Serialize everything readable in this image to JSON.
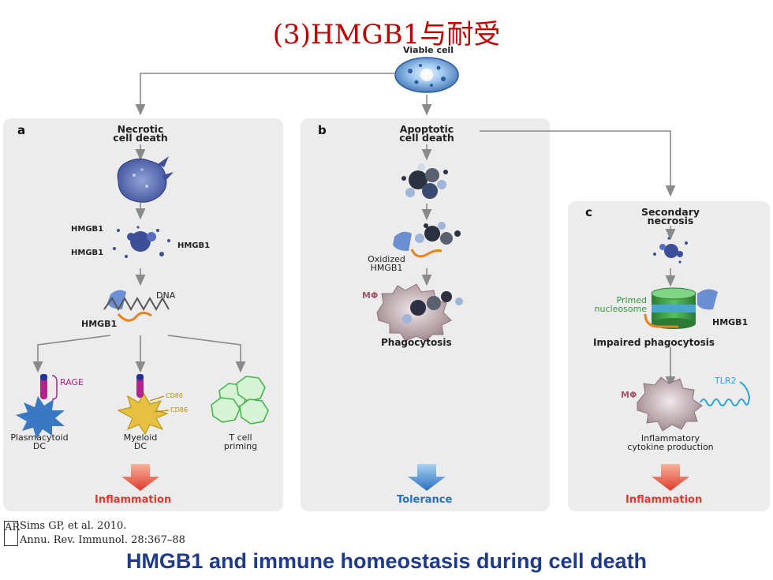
{
  "slide_title": "(3)HMGB1与耐受",
  "top": {
    "viable_cell": "Viable cell"
  },
  "panel_a": {
    "label": "a",
    "title_line1": "Necrotic",
    "title_line2": "cell death",
    "hmgb1_tl": "HMGB1",
    "hmgb1_bl": "HMGB1",
    "hmgb1_r": "HMGB1",
    "dna": "DNA",
    "hmgb1_dna": "HMGB1",
    "rage": "RAGE",
    "cd80": "CD80",
    "cd86": "CD86",
    "pdc_line1": "Plasmacytoid",
    "pdc_line2": "DC",
    "mdc_line1": "Myeloid",
    "mdc_line2": "DC",
    "tcell_line1": "T cell",
    "tcell_line2": "priming",
    "outcome": "Inflammation"
  },
  "panel_b": {
    "label": "b",
    "title_line1": "Apoptotic",
    "title_line2": "cell death",
    "oxidized_line1": "Oxidized",
    "oxidized_line2": "HMGB1",
    "mphi": "MΦ",
    "phagocytosis": "Phagocytosis",
    "outcome": "Tolerance"
  },
  "panel_c": {
    "label": "c",
    "title_line1": "Secondary",
    "title_line2": "necrosis",
    "primed_line1": "Primed",
    "primed_line2": "nucleosome",
    "hmgb1": "HMGB1",
    "impaired": "Impaired phagocytosis",
    "tlr2": "TLR2",
    "mphi": "MΦ",
    "cytokine_line1": "Inflammatory",
    "cytokine_line2": "cytokine production",
    "outcome": "Inflammation"
  },
  "citation": {
    "logo": "AR",
    "line1": "Sims GP, et al. 2010.",
    "line2": "Annu. Rev. Immunol. 28:367–88"
  },
  "caption": "HMGB1 and immune homeostasis during cell death",
  "colors": {
    "title_red": "#c00000",
    "inflammation_red": "#e0392b",
    "tolerance_blue": "#2a6fc0",
    "caption_blue": "#1f3a8a",
    "panel_bg": "#ececec",
    "rage_magenta": "#b0228c",
    "primed_green": "#2f9a3a",
    "tlr2_blue": "#2ea3d6",
    "hmgb1_orange": "#e8821e"
  }
}
